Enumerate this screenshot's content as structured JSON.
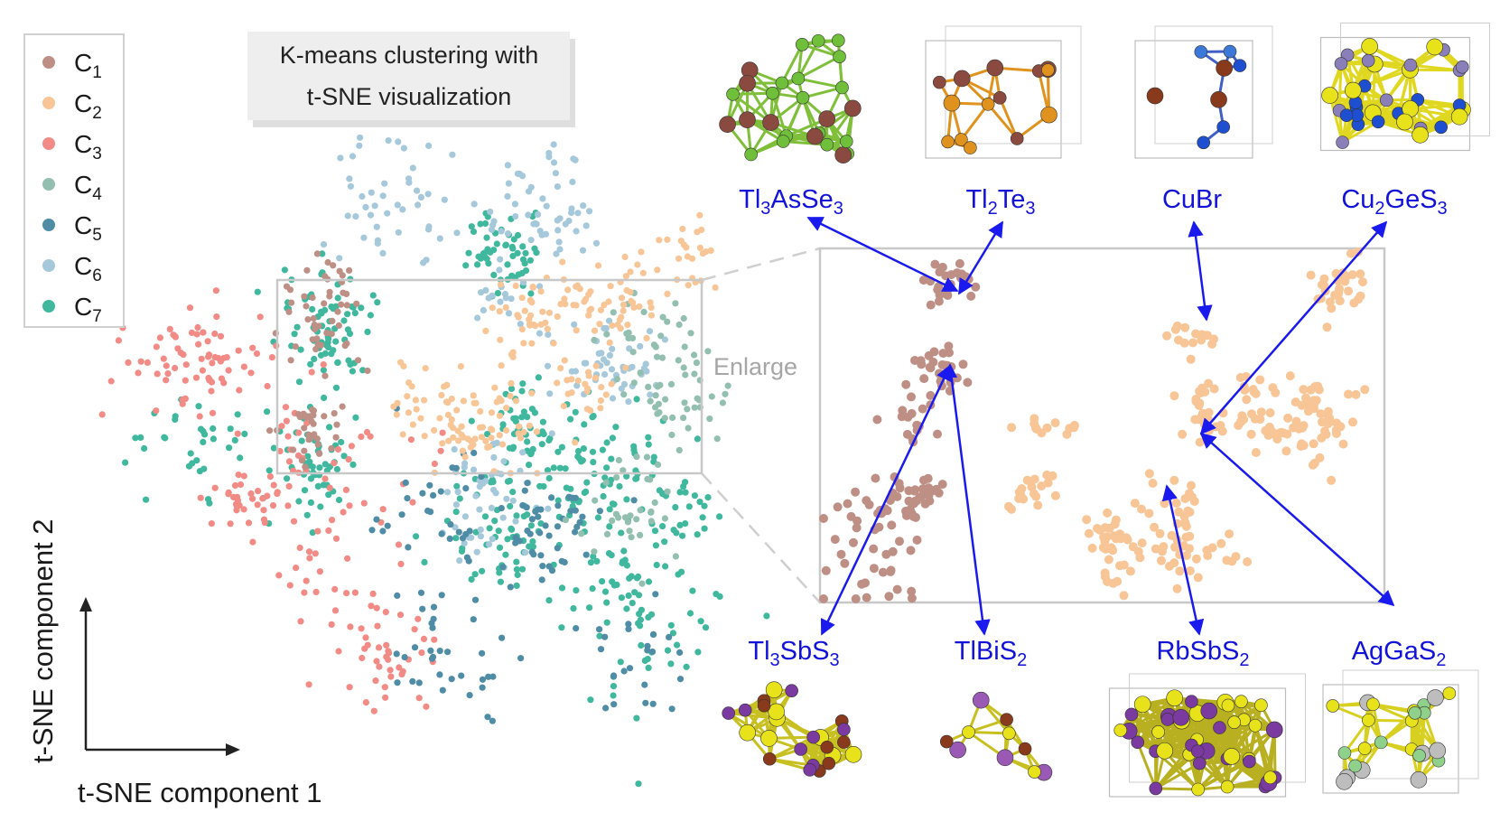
{
  "chart_data": {
    "type": "scatter",
    "title": "K-means clustering with t-SNE visualization",
    "title_lines": [
      "K-means clustering with",
      "t-SNE visualization"
    ],
    "xlabel": "t-SNE component 1",
    "ylabel": "t-SNE component 2",
    "legend_position": "top-left",
    "grid": false,
    "colors": {
      "C1": "#bd8f85",
      "C2": "#f7c596",
      "C3": "#f28a85",
      "C4": "#93bfb0",
      "C5": "#4f8ca6",
      "C6": "#a5c8da",
      "C7": "#3fb89e"
    },
    "legend": [
      {
        "id": "C1",
        "base": "C",
        "sub": "1"
      },
      {
        "id": "C2",
        "base": "C",
        "sub": "2"
      },
      {
        "id": "C3",
        "base": "C",
        "sub": "3"
      },
      {
        "id": "C4",
        "base": "C",
        "sub": "4"
      },
      {
        "id": "C5",
        "base": "C",
        "sub": "5"
      },
      {
        "id": "C6",
        "base": "C",
        "sub": "6"
      },
      {
        "id": "C7",
        "base": "C",
        "sub": "7"
      }
    ],
    "clusters": {
      "C7": [
        [
          3,
          7,
          7,
          2
        ],
        [
          12,
          -10,
          8,
          4
        ],
        [
          8,
          -4,
          12,
          5
        ],
        [
          -9,
          -3,
          7,
          3
        ],
        [
          4,
          -1,
          5,
          2
        ],
        [
          -8,
          4,
          9,
          3
        ],
        [
          3,
          -6,
          7,
          3
        ],
        [
          14,
          -5,
          4,
          3
        ],
        [
          -17,
          -2,
          4,
          3
        ]
      ],
      "C6": [
        [
          -4,
          10,
          6,
          4
        ],
        [
          5,
          9,
          7,
          3
        ],
        [
          10,
          2,
          6,
          3
        ],
        [
          2,
          -4,
          6,
          3
        ],
        [
          3,
          5,
          2,
          2
        ]
      ],
      "C3": [
        [
          -15,
          2,
          6,
          3
        ],
        [
          -18,
          2,
          3,
          3
        ],
        [
          -13,
          -5,
          4,
          2
        ],
        [
          -10,
          -2,
          3,
          3
        ],
        [
          -8,
          -8,
          3,
          3
        ],
        [
          -4,
          -12,
          5,
          3
        ],
        [
          -6,
          -4,
          3,
          4
        ]
      ],
      "C5": [
        [
          -1,
          -5,
          4,
          4
        ],
        [
          0,
          -12,
          4,
          3
        ],
        [
          6,
          -6,
          6,
          3
        ],
        [
          12,
          -12,
          3,
          3
        ]
      ],
      "C4": [
        [
          12,
          3,
          4,
          3
        ],
        [
          14,
          0,
          4,
          3
        ],
        [
          11,
          -5,
          4,
          3
        ]
      ],
      "C1": [
        [
          -8,
          5,
          3,
          2
        ],
        [
          -8,
          3,
          3,
          2
        ],
        [
          -9,
          -1,
          4,
          2
        ]
      ],
      "C2": [
        [
          -2,
          0,
          3,
          2
        ],
        [
          1,
          -1,
          4,
          2
        ],
        [
          3,
          -1,
          4,
          3
        ],
        [
          4,
          4,
          4,
          2
        ],
        [
          8,
          1,
          3,
          2
        ],
        [
          8,
          5,
          4,
          2
        ],
        [
          11,
          5,
          3,
          2
        ],
        [
          14,
          7,
          3,
          2
        ]
      ]
    },
    "inset_label": "Enlarge",
    "compounds": [
      {
        "id": "Tl3AsSe3",
        "parts": [
          [
            "Tl",
            ""
          ],
          [
            "3",
            "sub"
          ],
          [
            "AsSe",
            ""
          ],
          [
            "3",
            "sub"
          ]
        ]
      },
      {
        "id": "Tl2Te3",
        "parts": [
          [
            "Tl",
            ""
          ],
          [
            "2",
            "sub"
          ],
          [
            "Te",
            ""
          ],
          [
            "3",
            "sub"
          ]
        ]
      },
      {
        "id": "CuBr",
        "parts": [
          [
            "CuBr",
            ""
          ]
        ]
      },
      {
        "id": "Cu2GeS3",
        "parts": [
          [
            "Cu",
            ""
          ],
          [
            "2",
            "sub"
          ],
          [
            "GeS",
            ""
          ],
          [
            "3",
            "sub"
          ]
        ]
      },
      {
        "id": "Tl3SbS3",
        "parts": [
          [
            "Tl",
            ""
          ],
          [
            "3",
            "sub"
          ],
          [
            "SbS",
            ""
          ],
          [
            "3",
            "sub"
          ]
        ]
      },
      {
        "id": "TlBiS2",
        "parts": [
          [
            "TlBiS",
            ""
          ],
          [
            "2",
            "sub"
          ]
        ]
      },
      {
        "id": "RbSbS2",
        "parts": [
          [
            "RbSbS",
            ""
          ],
          [
            "2",
            "sub"
          ]
        ]
      },
      {
        "id": "AgGaS2",
        "parts": [
          [
            "AgGaS",
            ""
          ],
          [
            "2",
            "sub"
          ]
        ]
      }
    ],
    "structure_colors": {
      "brown": "#8b4a3f",
      "green": "#6fbf3a",
      "orange": "#e0921e",
      "rust": "#8a3a1c",
      "blue": "#1f4fd1",
      "lightblue": "#3b78d8",
      "yellow": "#e7e21a",
      "purple": "#7a3aa0",
      "violet": "#9b59b6",
      "grey": "#bdbdbd",
      "lightgreen": "#8fd08a",
      "lavender": "#8a7fb8"
    }
  }
}
